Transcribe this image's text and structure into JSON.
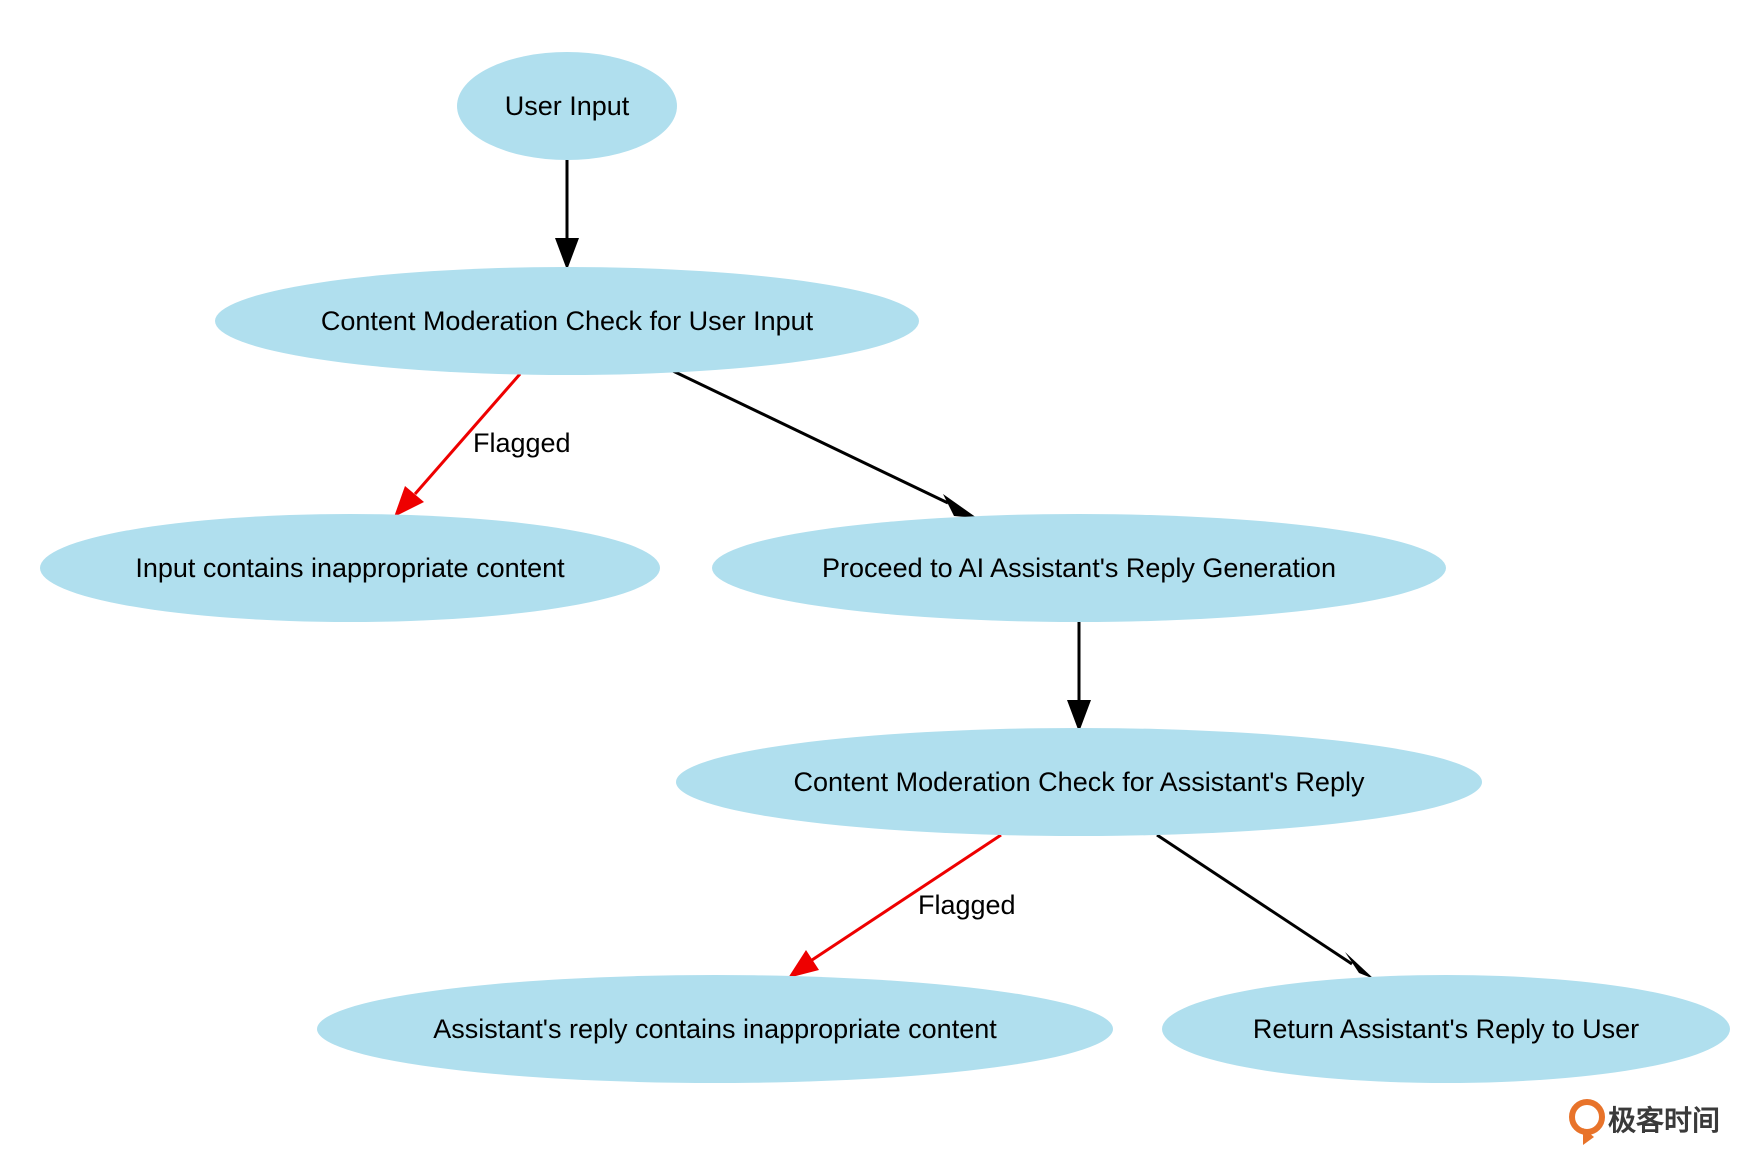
{
  "colors": {
    "node_fill": "#b0dfee",
    "edge_default": "#000000",
    "edge_flagged": "#ee0000",
    "watermark_accent": "#e8732a"
  },
  "nodes": {
    "user_input": "User Input",
    "moderation_user": "Content Moderation Check for User Input",
    "input_flagged": "Input contains inappropriate content",
    "proceed_reply": "Proceed to AI Assistant's Reply Generation",
    "moderation_reply": "Content Moderation Check for Assistant's Reply",
    "reply_flagged": "Assistant's reply contains inappropriate content",
    "return_reply": "Return Assistant's Reply to User"
  },
  "edges": [
    {
      "from": "user_input",
      "to": "moderation_user",
      "label": "",
      "type": "default"
    },
    {
      "from": "moderation_user",
      "to": "input_flagged",
      "label": "Flagged",
      "type": "flagged"
    },
    {
      "from": "moderation_user",
      "to": "proceed_reply",
      "label": "",
      "type": "default"
    },
    {
      "from": "proceed_reply",
      "to": "moderation_reply",
      "label": "",
      "type": "default"
    },
    {
      "from": "moderation_reply",
      "to": "reply_flagged",
      "label": "Flagged",
      "type": "flagged"
    },
    {
      "from": "moderation_reply",
      "to": "return_reply",
      "label": "",
      "type": "default"
    }
  ],
  "watermark": {
    "text": "极客时间",
    "icon": "geektime-logo-icon"
  }
}
